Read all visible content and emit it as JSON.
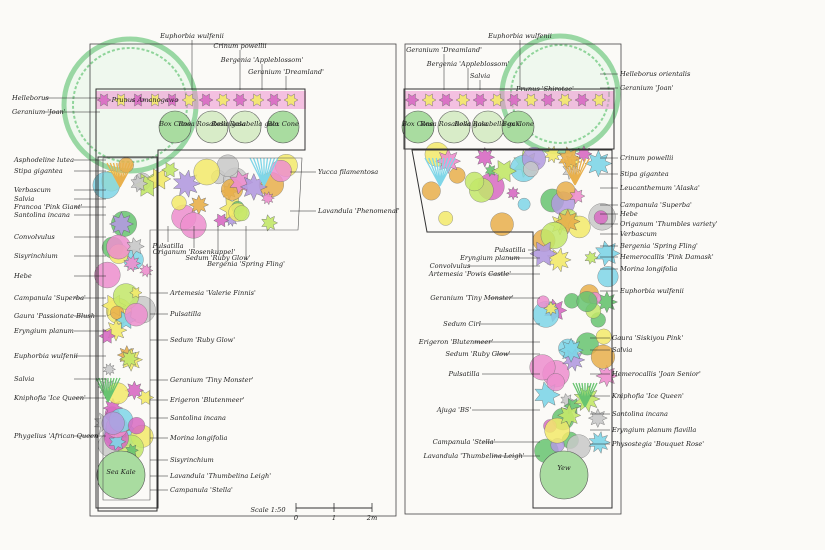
{
  "diagram": {
    "scale": {
      "label": "Scale 1:50",
      "ticks": [
        "0",
        "1",
        "2m"
      ]
    },
    "colors": {
      "paper": "#fbfaf7",
      "outline": "#333333",
      "tree": "#8fd49a",
      "box": "#a9dca0",
      "pink": "#ee8fcf",
      "magenta": "#d86bc3",
      "purple": "#b39be0",
      "yellow": "#f3ea6b",
      "lime": "#c3e86a",
      "aqua": "#7fd6e8",
      "orange": "#e9b04c",
      "grey": "#c9c9c9",
      "green": "#68c470"
    },
    "left_plan": {
      "trees": [
        {
          "label": "Prunus Amanogawa"
        }
      ],
      "inline": [
        "Box Cone",
        "Rosa Rosabella gala",
        "Rosa Rosabella gala",
        "Box Cone",
        "Sea Kale"
      ],
      "labels": [
        {
          "text": "Euphorbia wulfenii"
        },
        {
          "text": "Crinum powellii"
        },
        {
          "text": "Bergenia 'Appleblossom'"
        },
        {
          "text": "Geranium 'Dreamland'"
        },
        {
          "text": "Helleborus"
        },
        {
          "text": "Geranium 'Joan'"
        },
        {
          "text": "Asphodeline lutea"
        },
        {
          "text": "Stipa gigantea"
        },
        {
          "text": "Verbascum"
        },
        {
          "text": "Salvia"
        },
        {
          "text": "Francoa 'Pink Giant'"
        },
        {
          "text": "Santolina incana"
        },
        {
          "text": "Convolvulus"
        },
        {
          "text": "Sisyrinchium"
        },
        {
          "text": "Hebe"
        },
        {
          "text": "Campanula 'Superba'"
        },
        {
          "text": "Gaura 'Passionate Blush'"
        },
        {
          "text": "Eryngium planum"
        },
        {
          "text": "Euphorbia wulfenii"
        },
        {
          "text": "Salvia"
        },
        {
          "text": "Kniphofia 'Ice Queen'"
        },
        {
          "text": "Phygelius 'African Queen'"
        },
        {
          "text": "Yucca filamentosa"
        },
        {
          "text": "Lavandula 'Phenomenal'"
        },
        {
          "text": "Pulsatilla"
        },
        {
          "text": "Origanum 'Rosenkuppel'"
        },
        {
          "text": "Sedum 'Ruby Glow'"
        },
        {
          "text": "Bergenia 'Spring Fling'"
        },
        {
          "text": "Artemesia 'Valerie Finnis'"
        },
        {
          "text": "Pulsatilla"
        },
        {
          "text": "Sedum 'Ruby Glow'"
        },
        {
          "text": "Geranium 'Tiny Monster'"
        },
        {
          "text": "Erigeron 'Blutenmeer'"
        },
        {
          "text": "Santolina incana"
        },
        {
          "text": "Morina longifolia"
        },
        {
          "text": "Sisyrinchium"
        },
        {
          "text": "Lavandula 'Thumbelina Leigh'"
        },
        {
          "text": "Campanula 'Stella'"
        }
      ]
    },
    "right_plan": {
      "trees": [
        {
          "label": "Prunus 'Shirotae'"
        }
      ],
      "inline": [
        "Box Cone",
        "Rosa Rosabella gala",
        "Rosa Rosabella gala",
        "Box Cone",
        "Yew"
      ],
      "labels": [
        {
          "text": "Geranium 'Dreamland'"
        },
        {
          "text": "Euphorbia wulfenii"
        },
        {
          "text": "Bergenia 'Appleblossom'"
        },
        {
          "text": "Salvia"
        },
        {
          "text": "Helleborus orientalis"
        },
        {
          "text": "Geranium 'Joan'"
        },
        {
          "text": "Crinum powellii"
        },
        {
          "text": "Stipa gigantea"
        },
        {
          "text": "Leucanthemum 'Alaska'"
        },
        {
          "text": "Campanula 'Superba'"
        },
        {
          "text": "Hebe"
        },
        {
          "text": "Origanum 'Thumbles variety'"
        },
        {
          "text": "Verbascum"
        },
        {
          "text": "Bergenia 'Spring Fling'"
        },
        {
          "text": "Hemerocallis 'Pink Damask'"
        },
        {
          "text": "Morina longifolia"
        },
        {
          "text": "Euphorbia wulfenii"
        },
        {
          "text": "Convolvulus"
        },
        {
          "text": "Artemesia 'Powis Castle'"
        },
        {
          "text": "Eryngium planum"
        },
        {
          "text": "Pulsatilla"
        },
        {
          "text": "Geranium 'Tiny Monster'"
        },
        {
          "text": "Sedum Cirl"
        },
        {
          "text": "Erigeron 'Blutenmeer'"
        },
        {
          "text": "Sedum 'Ruby Glow'"
        },
        {
          "text": "Pulsatilla"
        },
        {
          "text": "Ajuga 'BS'"
        },
        {
          "text": "Campanula 'Stella'"
        },
        {
          "text": "Lavandula 'Thumbelina Leigh'"
        },
        {
          "text": "Gaura 'Siskiyou Pink'"
        },
        {
          "text": "Salvia"
        },
        {
          "text": "Hemerocallis 'Joan Senior'"
        },
        {
          "text": "Kniphofia 'Ice Queen'"
        },
        {
          "text": "Santolina incana"
        },
        {
          "text": "Eryngium planum flavilla"
        },
        {
          "text": "Physostegia 'Bouquet Rose'"
        }
      ]
    }
  }
}
